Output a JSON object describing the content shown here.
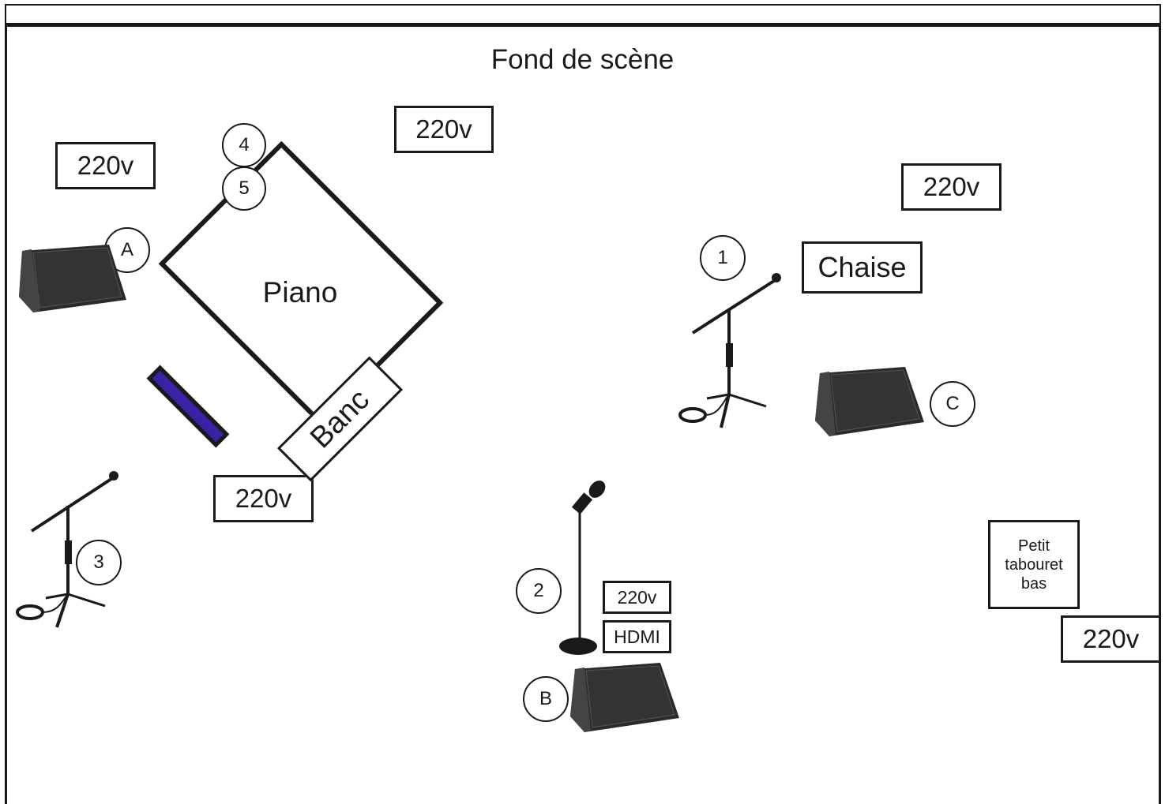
{
  "title": "Fond de scène",
  "piano": {
    "label": "Piano"
  },
  "bench": {
    "label": "Banc"
  },
  "chair": {
    "label": "Chaise"
  },
  "stool": {
    "label": "Petit tabouret bas"
  },
  "power": {
    "label": "220v"
  },
  "hdmi": {
    "label": "HDMI"
  },
  "mics": {
    "m1": "1",
    "m2": "2",
    "m3": "3",
    "m4": "4",
    "m5": "5"
  },
  "monitors": {
    "a": "A",
    "b": "B",
    "c": "C"
  },
  "colors": {
    "keyboard": "#3b22a4",
    "line": "#1a1a1a",
    "speaker": "#2a2a2a"
  },
  "icons": [
    "boom-mic-stand-icon",
    "straight-mic-stand-icon",
    "stage-monitor-icon"
  ]
}
